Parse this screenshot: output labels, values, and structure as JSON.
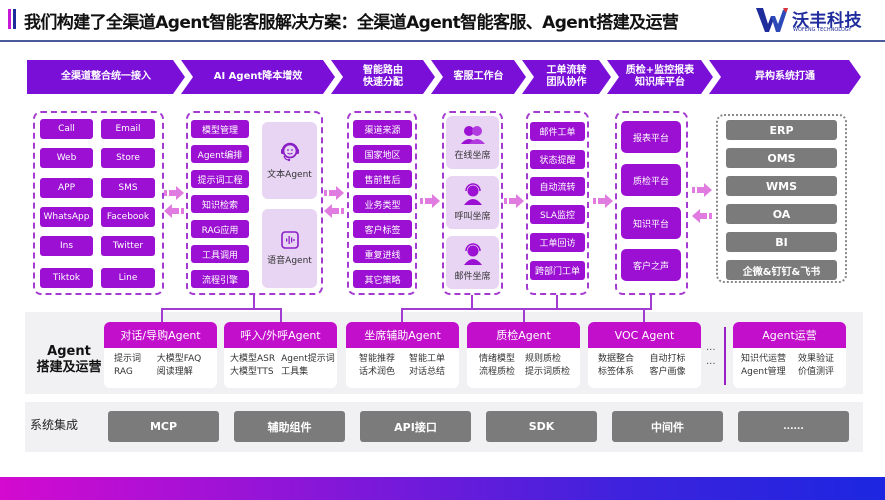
{
  "header": {
    "title": "我们构建了全渠道Agent智能客服解决方案：全渠道Agent智能客服、Agent搭建及运营",
    "logo_cn": "沃丰科技",
    "logo_en": "WOFENG TECHNOLOGY"
  },
  "stages": [
    {
      "label": "全渠道整合统一接入"
    },
    {
      "label": "AI Agent降本增效"
    },
    {
      "label": "智能路由\n快速分配",
      "line1": "智能路由",
      "line2": "快速分配"
    },
    {
      "label": "客服工作台"
    },
    {
      "label": "工单流转\n团队协作",
      "line1": "工单流转",
      "line2": "团队协作"
    },
    {
      "label": "质检+监控报表\n知识库平台",
      "line1": "质检+监控报表",
      "line2": "知识库平台"
    },
    {
      "label": "异构系统打通"
    }
  ],
  "channels": [
    "Call",
    "Email",
    "Web",
    "Store",
    "APP",
    "SMS",
    "WhatsApp",
    "Facebook",
    "Ins",
    "Twitter",
    "Tiktok",
    "Line"
  ],
  "ai_agent": {
    "features": [
      "模型管理",
      "Agent编排",
      "提示词工程",
      "知识检索",
      "RAG应用",
      "工具调用",
      "流程引擎"
    ],
    "text_agent": {
      "label": "文本Agent",
      "icon": "headset-smile-icon"
    },
    "voice_agent": {
      "label": "语音Agent",
      "icon": "voice-wave-icon"
    }
  },
  "routing": [
    "渠道来源",
    "国家地区",
    "售前售后",
    "业务类型",
    "客户标签",
    "重复进线",
    "其它策略"
  ],
  "workbench": [
    {
      "label": "在线坐席",
      "icon": "agents-group-icon"
    },
    {
      "label": "呼叫坐席",
      "icon": "agent-headset-icon"
    },
    {
      "label": "邮件坐席",
      "icon": "agent-headset-icon"
    }
  ],
  "tickets": [
    "邮件工单",
    "状态提醒",
    "自动流转",
    "SLA监控",
    "工单回访",
    "跨部门工单"
  ],
  "platforms": [
    "报表平台",
    "质检平台",
    "知识平台",
    "客户之声"
  ],
  "systems": [
    "ERP",
    "OMS",
    "WMS",
    "OA",
    "BI",
    "企微&钉钉&飞书"
  ],
  "agent_ops": {
    "label_line1": "Agent",
    "label_line2": "搭建及运营",
    "cards": [
      {
        "title": "对话/导购Agent",
        "items": [
          "提示词",
          "大模型FAQ",
          "RAG",
          "阅读理解"
        ]
      },
      {
        "title": "呼入/外呼Agent",
        "items": [
          "大模型ASR",
          "Agent提示词",
          "大模型TTS",
          "工具集"
        ]
      },
      {
        "title": "坐席辅助Agent",
        "items": [
          "智能推荐",
          "智能工单",
          "话术润色",
          "对话总结"
        ]
      },
      {
        "title": "质检Agent",
        "items": [
          "情绪模型",
          "规则质检",
          "流程质检",
          "提示词质检"
        ]
      },
      {
        "title": "VOC Agent",
        "items": [
          "数据整合",
          "自动打标",
          "标签体系",
          "客户画像"
        ]
      },
      {
        "title": "Agent运营",
        "items": [
          "知识代运营",
          "效果验证",
          "Agent管理",
          "价值测评"
        ]
      }
    ],
    "ellipsis": "..."
  },
  "system_integration": {
    "label": "系统集成",
    "items": [
      "MCP",
      "辅助组件",
      "API接口",
      "SDK",
      "中间件",
      "......"
    ]
  },
  "colors": {
    "chevron": "#7a10d8",
    "pill": "#9b10d2",
    "agent_head": "#c20fcc",
    "gray_pill": "#7b7b7b",
    "dash_border": "#a43bd0",
    "brand_blue": "#1e2c9c"
  }
}
